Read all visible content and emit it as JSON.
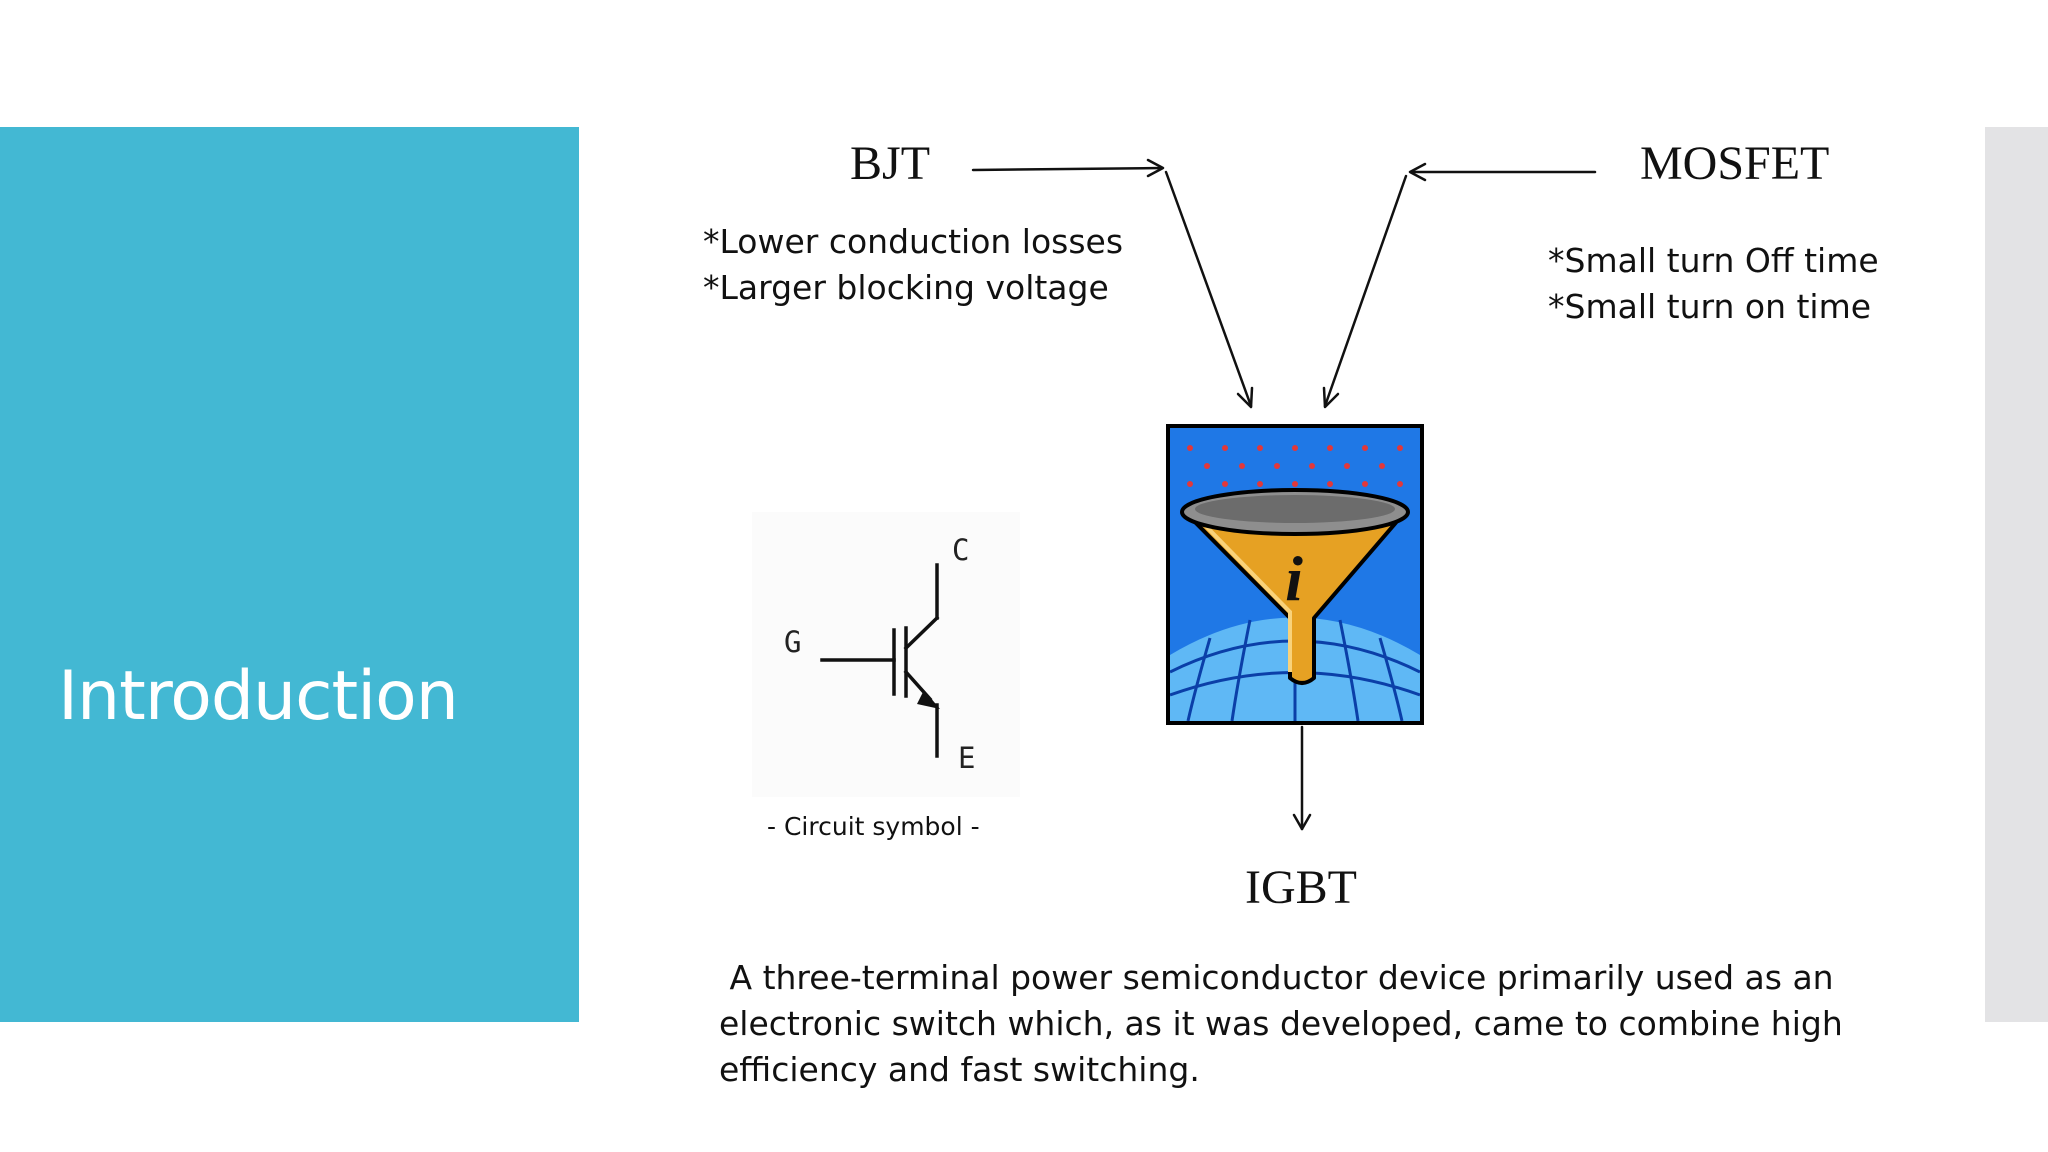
{
  "slide": {
    "title": "Introduction",
    "colors": {
      "accent_panel": "#43b8d3",
      "side_strip": "#e3e3e5"
    }
  },
  "diagram": {
    "bjt": {
      "label": "BJT",
      "bullets": [
        "*Lower conduction losses",
        "*Larger blocking voltage"
      ]
    },
    "mosfet": {
      "label": "MOSFET",
      "bullets": [
        "*Small turn Off time",
        "*Small turn on time"
      ]
    },
    "result": {
      "label": "IGBT"
    },
    "funnel_icon": {
      "icon": "funnel-info-icon",
      "glyph": "i"
    },
    "circuit_symbol": {
      "terminals": {
        "collector": "C",
        "gate": "G",
        "emitter": "E"
      },
      "caption": "- Circuit symbol -"
    }
  },
  "description": " A three-terminal power semiconductor device primarily used as an electronic switch which, as it was developed, came to combine high efficiency and fast switching."
}
